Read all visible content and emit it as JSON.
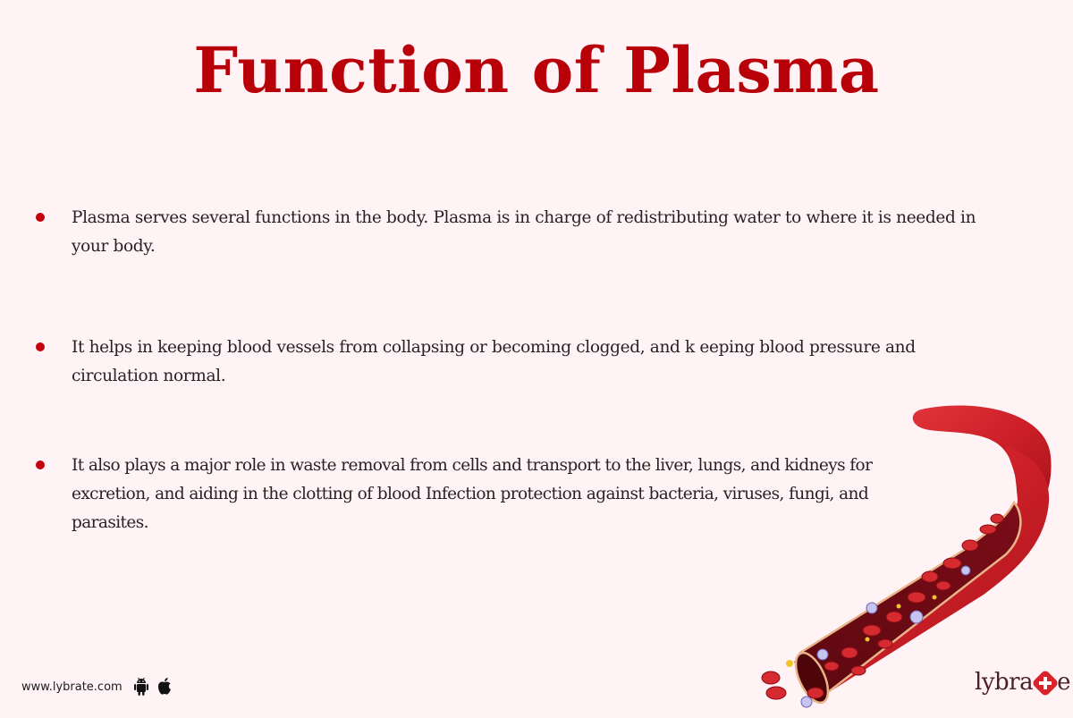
{
  "header": {
    "title": "Function of Plasma"
  },
  "bullets": [
    {
      "text": "Plasma serves several functions in the body. Plasma is in charge of redistributing water to where it is needed in your body."
    },
    {
      "text": "It helps in keeping blood vessels from collapsing or becoming clogged, and k eeping blood pressure and circulation normal."
    },
    {
      "text": "It also plays a major role in waste removal from cells and transport to the liver, lungs, and kidneys for excretion, and aiding in the clotting of blood Infection protection against bacteria, viruses, fungi, and parasites."
    }
  ],
  "illustration": {
    "icon": "blood-vessel-cross-section-illustration"
  },
  "footer": {
    "url": "www.lybrate.com",
    "icons": [
      "android-icon",
      "apple-icon"
    ],
    "brand_prefix": "lybra",
    "brand_suffix": "e",
    "brand_mark_icon": "medical-cross-icon"
  },
  "colors": {
    "background": "#fff3f6",
    "title": "#b80009",
    "bullet": "#c3000c",
    "text": "#2b1f23",
    "brand_cross": "#d8232a"
  }
}
